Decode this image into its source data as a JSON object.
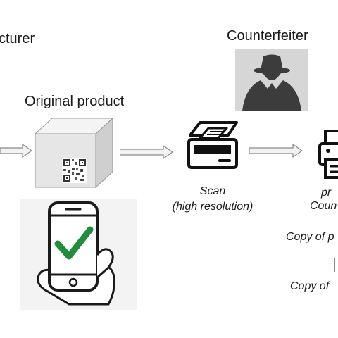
{
  "labels": {
    "manufacturer": "cturer",
    "original_product": "Original product",
    "counterfeiter": "Counterfeiter",
    "scan_line1": "Scan",
    "scan_line2": "(high resolution)",
    "print_line1": "pr",
    "print_line2": "Coun",
    "copy1": "Copy of p",
    "copy2": "Copy of"
  },
  "colors": {
    "check": "#1f8f3a",
    "silhouette_bg": "#d6d6d6",
    "silhouette": "#3c3c3c",
    "arrow_fill": "#f2f2f2",
    "arrow_stroke": "#8a8a8a",
    "box_front": "#e6e6e6",
    "box_top": "#f4f4f4",
    "box_side": "#cfcfcf"
  },
  "icons": [
    "person-silhouette-icon",
    "box-icon",
    "qr-code-icon",
    "phone-icon",
    "checkmark-icon",
    "hand-icon",
    "scanner-icon",
    "printer-icon",
    "arrow-icon"
  ]
}
